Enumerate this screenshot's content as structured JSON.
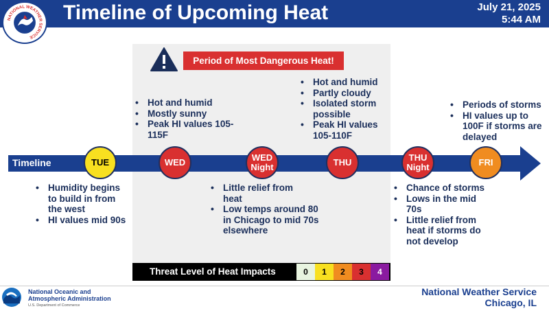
{
  "header": {
    "title": "Timeline of Upcoming Heat",
    "date": "July 21, 2025",
    "time": "5:44 AM",
    "logo_text": "NATIONAL WEATHER SERVICE"
  },
  "danger_banner": "Period of Most Dangerous Heat!",
  "timeline": {
    "label": "Timeline",
    "days": [
      {
        "line1": "TUE",
        "line2": ""
      },
      {
        "line1": "WED",
        "line2": ""
      },
      {
        "line1": "WED",
        "line2": "Night"
      },
      {
        "line1": "THU",
        "line2": ""
      },
      {
        "line1": "THU",
        "line2": "Night"
      },
      {
        "line1": "FRI",
        "line2": ""
      }
    ]
  },
  "notes": {
    "tue": [
      "Humidity begins to build in from the west",
      "HI values mid 90s"
    ],
    "wed": [
      "Hot and humid",
      "Mostly sunny",
      "Peak HI values 105-115F"
    ],
    "wed_night": [
      "Little relief from heat",
      "Low temps around 80 in Chicago to mid 70s elsewhere"
    ],
    "thu": [
      "Hot and humid",
      "Partly cloudy",
      "Isolated storm possible",
      "Peak HI values 105-110F"
    ],
    "thu_night": [
      "Chance of storms",
      "Lows in the mid 70s",
      "Little relief from heat if storms do not develop"
    ],
    "fri": [
      "Periods of storms",
      "HI values up to 100F if storms are delayed"
    ]
  },
  "threat_legend": {
    "label": "Threat Level of Heat Impacts",
    "levels": [
      {
        "value": "0",
        "color": "#e8f4e0"
      },
      {
        "value": "1",
        "color": "#f8e020"
      },
      {
        "value": "2",
        "color": "#f08c20"
      },
      {
        "value": "3",
        "color": "#d93030"
      },
      {
        "value": "4",
        "color": "#8a1aa0"
      }
    ]
  },
  "footer": {
    "noaa_line1": "National Oceanic and",
    "noaa_line2": "Atmospheric Administration",
    "noaa_line3": "U.S. Department of Commerce",
    "nws_line1": "National Weather Service",
    "nws_line2": "Chicago, IL"
  }
}
